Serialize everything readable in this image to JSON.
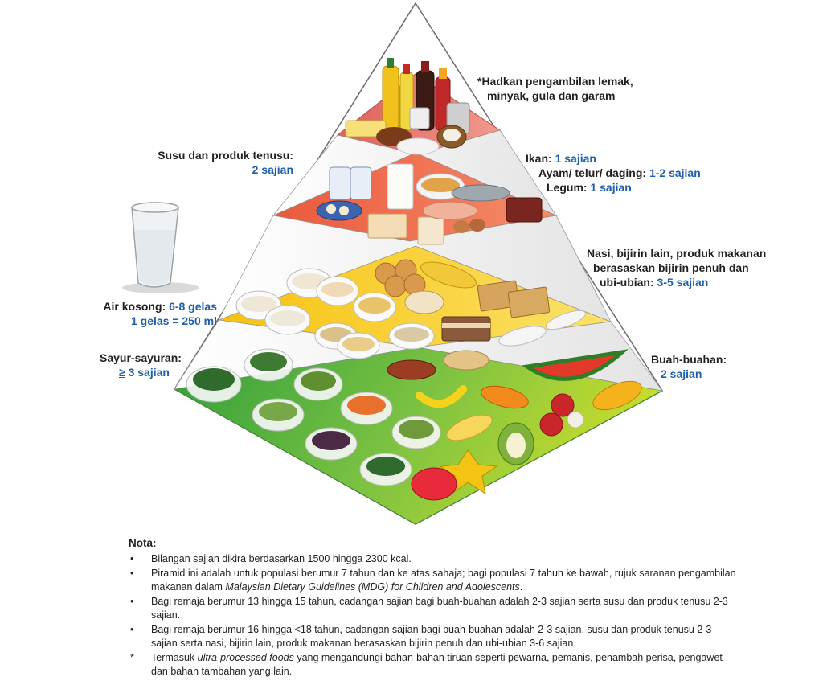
{
  "labels": {
    "top": {
      "l1": "*Hadkan pengambilan lemak,",
      "l2": "minyak, gula dan garam"
    },
    "dairy": {
      "name": "Susu dan produk tenusu:",
      "serving": "2 sajian"
    },
    "protein": {
      "fish_name": "Ikan:",
      "fish_serving": "1 sajian",
      "meat_name": "Ayam/ telur/ daging:",
      "meat_serving": "1-2 sajian",
      "legume_name": "Legum:",
      "legume_serving": "1 sajian"
    },
    "grains": {
      "l1": "Nasi, bijirin lain, produk makanan",
      "l2": "berasaskan bijirin penuh dan",
      "l3": "ubi-ubian:",
      "serving": "3-5 sajian"
    },
    "water": {
      "name": "Air kosong:",
      "serving": "6-8 gelas",
      "l2": "1 gelas = 250 ml"
    },
    "veg": {
      "name": "Sayur-sayuran:",
      "serving_sym": "≥",
      "serving": "3 sajian"
    },
    "fruit": {
      "name": "Buah-buahan:",
      "serving": "2 sajian"
    }
  },
  "notes": {
    "title": "Nota:",
    "bullet": "•",
    "star": "*",
    "items": [
      {
        "text": "Bilangan sajian dikira berdasarkan 1500 hingga 2300 kcal."
      },
      {
        "pre": "Piramid ini adalah untuk populasi berumur 7 tahun dan ke atas sahaja; bagi populasi 7 tahun ke bawah, rujuk saranan pengambilan makanan dalam ",
        "ital": "Malaysian Dietary Guidelines (MDG) for Children and Adolescents",
        "post": "."
      },
      {
        "text": "Bagi remaja berumur 13 hingga 15 tahun, cadangan sajian bagi buah-buahan adalah 2-3 sajian serta susu dan produk tenusu 2-3 sajian."
      },
      {
        "text": "Bagi remaja berumur 16 hingga <18 tahun, cadangan sajian bagi buah-buahan adalah 2-3 sajian, susu dan produk tenusu 2-3 sajian serta nasi, bijirin lain, produk makanan berasaskan bijirin penuh dan ubi-ubian 3-6 sajian."
      },
      {
        "pre": "Termasuk ",
        "ital": "ultra-processed foods",
        "post": " yang mengandungi bahan-bahan tiruan seperti pewarna, pemanis, penambah perisa, pengawet dan bahan tambahan yang lain."
      }
    ]
  },
  "colors": {
    "tier_fat": "#e8716b",
    "tier_protein": "#ef6b4f",
    "tier_grain": "#f7c81e",
    "tier_veg": "#6cbf3a",
    "tier_veg_light": "#b9d736",
    "accent_blue": "#1f5fa8"
  }
}
